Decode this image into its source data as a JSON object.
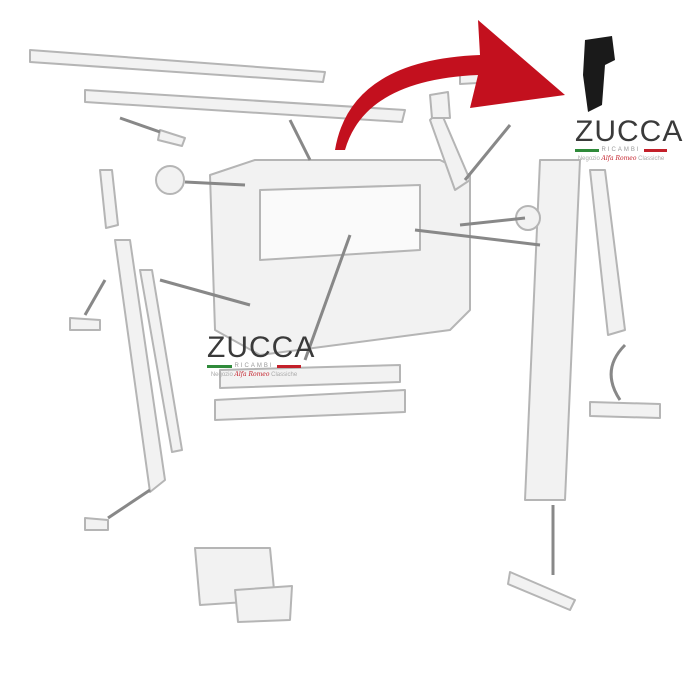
{
  "logo": {
    "brand": "ZUCCA",
    "sub": "RICAMBI",
    "tag_left": "Negozio",
    "tag_alfa": "Alfa Romeo",
    "tag_right": "Classiche"
  },
  "colors": {
    "arrow": "#c3101e",
    "part_highlight": "#1a1a1a",
    "diagram_line": "#b8b8b8"
  }
}
